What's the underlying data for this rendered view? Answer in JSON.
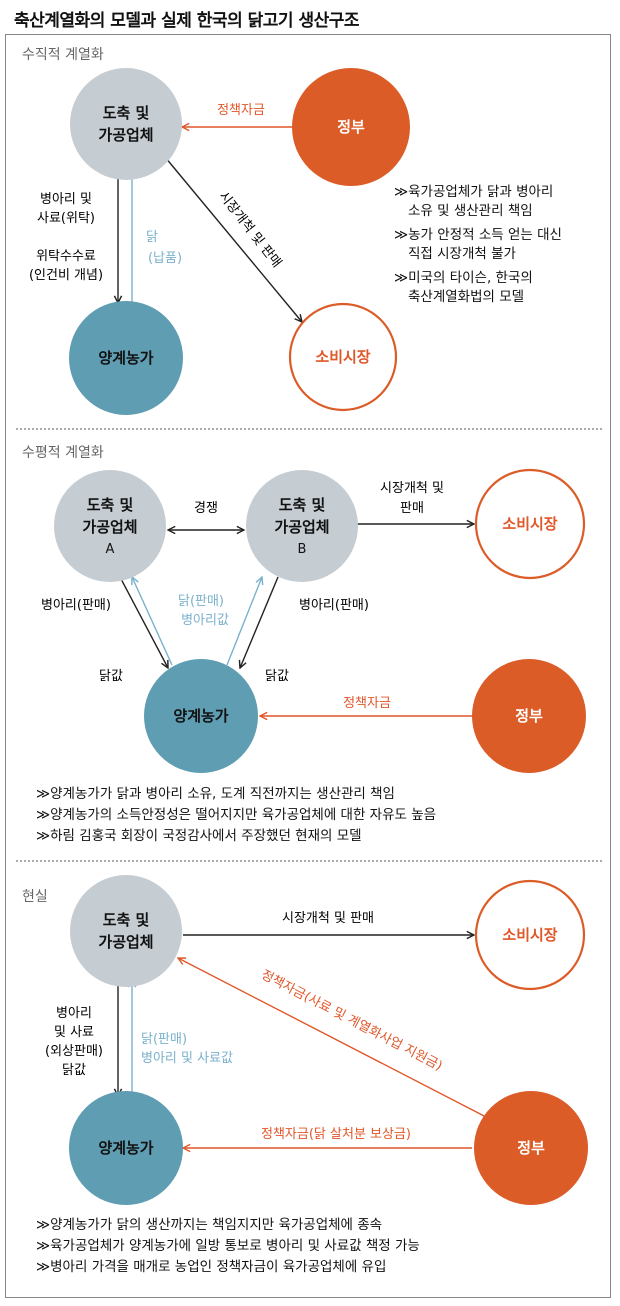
{
  "title": "축산계열화의 모델과 실제 한국의 닭고기 생산구조",
  "colors": {
    "gray_node": "#c5ccd2",
    "teal_node": "#5f9db2",
    "orange_node": "#dc5c27",
    "orange_text": "#e0572a",
    "light_blue_arrow": "#7ab1cc",
    "dark_arrow": "#222222"
  },
  "sections": [
    {
      "title": "수직적 계열화",
      "nodes": {
        "processor": [
          "도축 및",
          "가공업체"
        ],
        "government": "정부",
        "farm": "양계농가",
        "market": "소비시장"
      },
      "labels": {
        "policy_fund": "정책자금",
        "chicks_feed": [
          "병아리 및",
          "사료(위탁)"
        ],
        "fee": [
          "위탁수수료",
          "(인건비 개념)"
        ],
        "chicken_delivery": [
          "닭",
          "(납품)"
        ],
        "market_sales": "시장개척 및 판매"
      },
      "notes": [
        [
          "육가공업체가 닭과 병아리",
          "소유 및 생산관리 책임"
        ],
        [
          "농가 안정적 소득 얻는 대신",
          "직접 시장개척 불가"
        ],
        [
          "미국의 타이슨, 한국의",
          "축산계열화법의 모델"
        ]
      ]
    },
    {
      "title": "수평적 계열화",
      "nodes": {
        "processor_a": [
          "도축 및",
          "가공업체",
          "A"
        ],
        "processor_b": [
          "도축 및",
          "가공업체",
          "B"
        ],
        "market": "소비시장",
        "farm": "양계농가",
        "government": "정부"
      },
      "labels": {
        "competition": "경쟁",
        "market_sales": [
          "시장개척 및",
          "판매"
        ],
        "chicks_sale_left": "병아리(판매)",
        "chicks_sale_right": "병아리(판매)",
        "chicken_sale": [
          "닭(판매)",
          "병아리값"
        ],
        "chicken_price_left": "닭값",
        "chicken_price_right": "닭값",
        "policy_fund": "정책자금"
      },
      "notes": [
        "양계농가가 닭과 병아리 소유, 도계 직전까지는 생산관리 책임",
        "양계농가의 소득안정성은 떨어지지만 육가공업체에 대한 자유도 높음",
        "하림 김홍국 회장이 국정감사에서 주장했던 현재의 모델"
      ]
    },
    {
      "title": "현실",
      "nodes": {
        "processor": [
          "도축 및",
          "가공업체"
        ],
        "market": "소비시장",
        "farm": "양계농가",
        "government": "정부"
      },
      "labels": {
        "market_sales": "시장개척 및 판매",
        "policy_fund_diag": "정책자금(사료 및 계열화사업 지원금)",
        "chicks_feed": [
          "병아리",
          "및 사료",
          "(외상판매)",
          "닭값"
        ],
        "chicken_sale": [
          "닭(판매)",
          "병아리 및 사료값"
        ],
        "policy_fund_farm": "정책자금(닭 살처분 보상금)"
      },
      "notes": [
        "양계농가가 닭의 생산까지는 책임지지만 육가공업체에 종속",
        "육가공업체가 양계농가에 일방 통보로 병아리 및 사료값 책정 가능",
        "병아리 가격을 매개로 농업인 정책자금이 육가공업체에 유입"
      ]
    }
  ],
  "bullet_glyph": "≫"
}
